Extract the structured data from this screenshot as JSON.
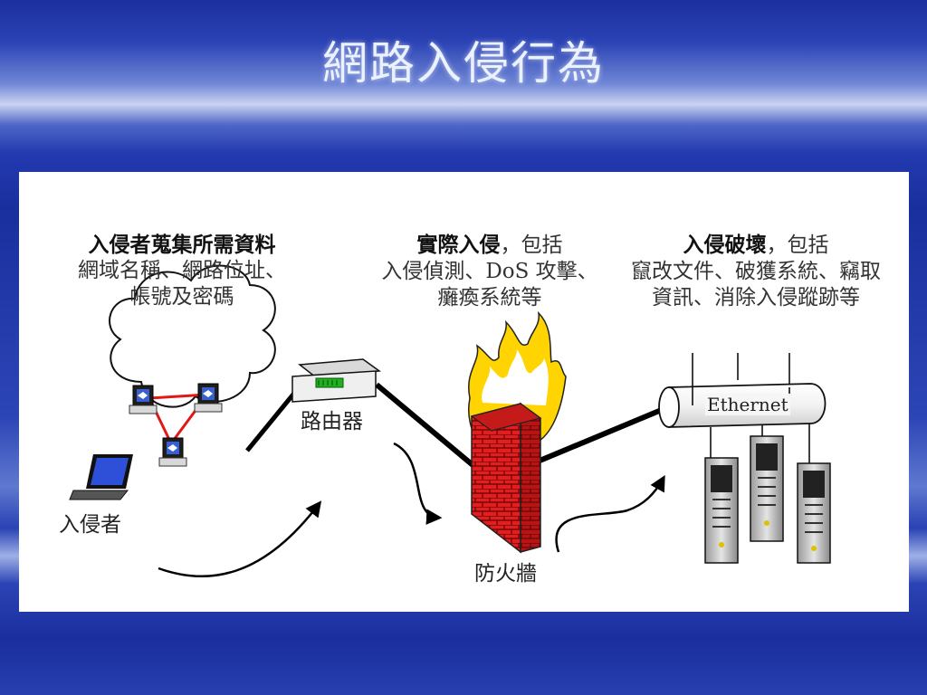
{
  "slide": {
    "title": "網路入侵行為"
  },
  "intruder": {
    "heading_bold": "入侵者蒐集所需資料",
    "line1": "網域名稱、網路位址、",
    "line2": "帳號及密碼",
    "label": "入侵者"
  },
  "router": {
    "label": "路由器"
  },
  "attack": {
    "heading_bold": "實際入侵",
    "heading_rest": "，包括",
    "line1": "入侵偵測、DoS 攻擊、",
    "line2": "癱瘓系統等"
  },
  "firewall": {
    "label": "防火牆"
  },
  "damage": {
    "heading_bold": "入侵破壞",
    "heading_rest": "，包括",
    "line1": "竄改文件、破獲系統、竊取",
    "line2": "資訊、消除入侵蹤跡等"
  },
  "ethernet": {
    "label": "Ethernet"
  }
}
